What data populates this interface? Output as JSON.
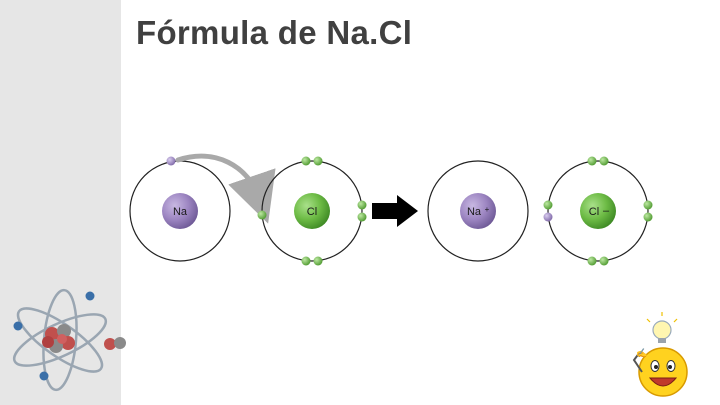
{
  "slide": {
    "title": "Fórmula de Na.Cl"
  },
  "diagram": {
    "before": {
      "sodium": {
        "label": "Na",
        "nucleus_color": "#9d86c2",
        "outer_electrons": 1
      },
      "chlorine": {
        "label": "Cl",
        "nucleus_color": "#6dbb45",
        "outer_electrons": 7
      }
    },
    "after": {
      "sodium_ion": {
        "label": "Na",
        "charge": "+",
        "nucleus_color": "#9d86c2",
        "outer_electrons": 0
      },
      "chloride_ion": {
        "label": "Cl",
        "charge": "–",
        "nucleus_color": "#6dbb45",
        "outer_electrons": 8
      }
    },
    "colors": {
      "sodium_electron": "#9d86c2",
      "chlorine_electron": "#6dbb45",
      "transfer_arrow": "#a9a9a9",
      "reaction_arrow": "#000000"
    }
  },
  "decorations": {
    "atom_logo_icon": "atom-model-icon",
    "mascot_icon": "smiley-lightbulb-icon"
  }
}
